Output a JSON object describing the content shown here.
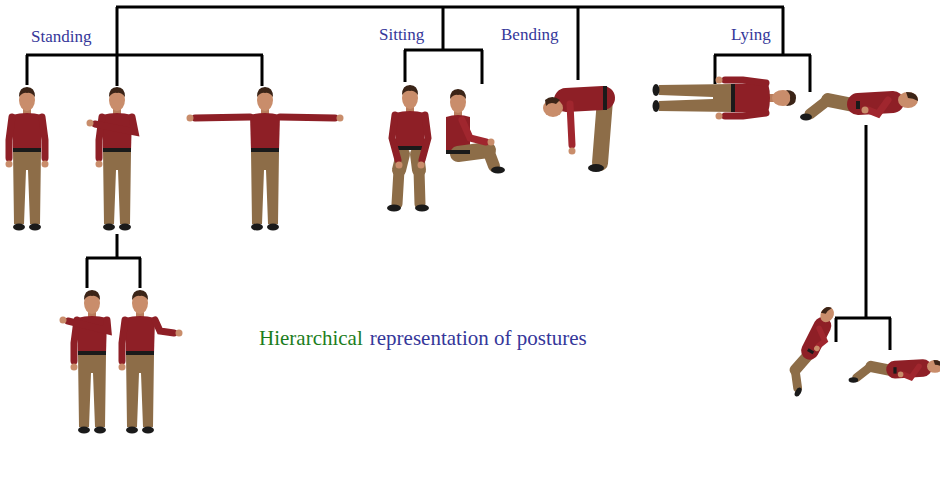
{
  "diagram": {
    "labels": [
      "Standing",
      "Sitting",
      "Bending",
      "Lying",
      "Hierarchical",
      "representation of postures"
    ]
  }
}
